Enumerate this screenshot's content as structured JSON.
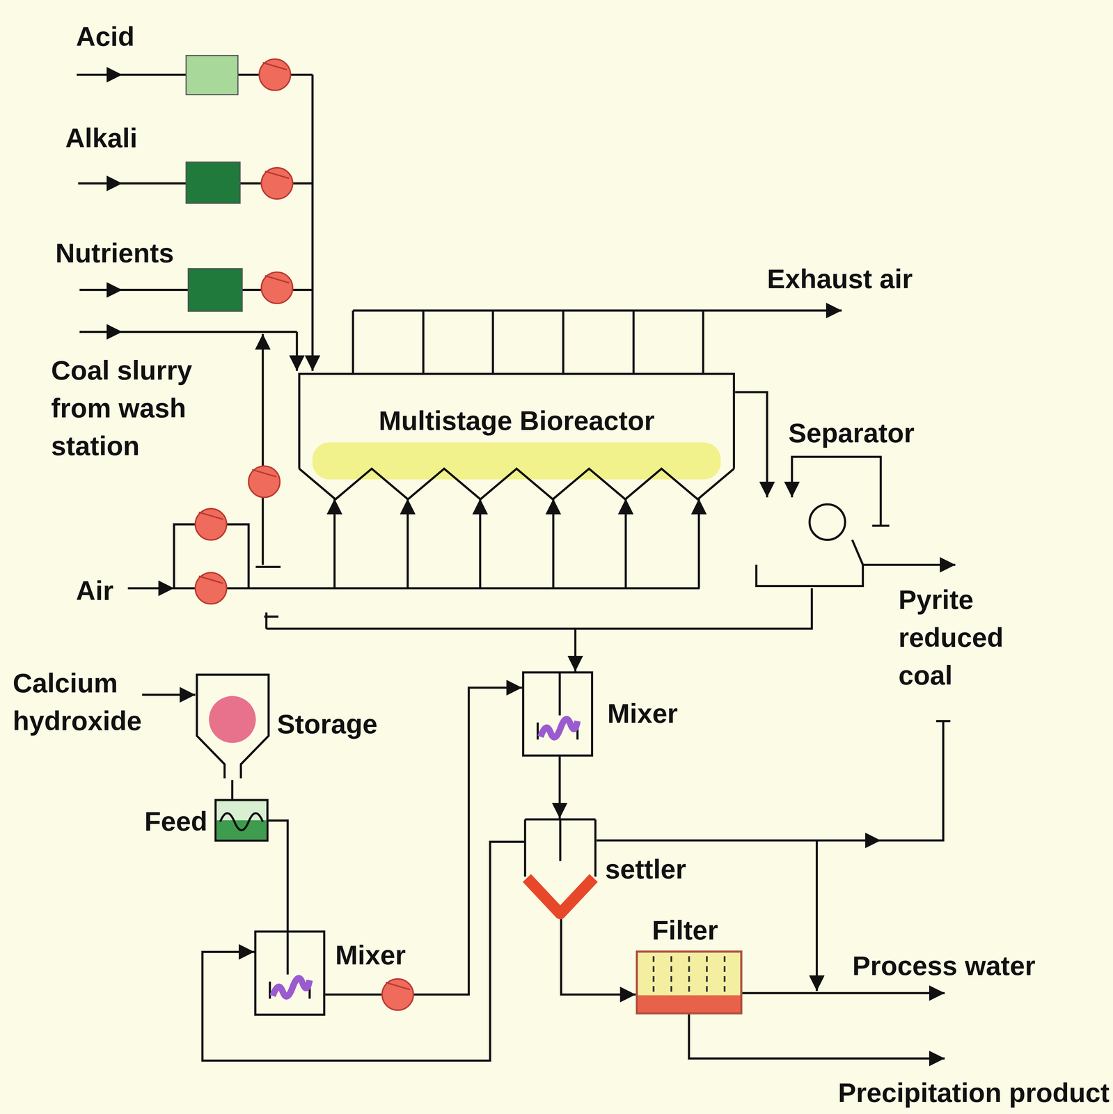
{
  "diagram": {
    "nodes": [
      {
        "text": [
          "Multistage Bioreactor"
        ]
      },
      {
        "text": [
          "Separator"
        ]
      },
      {
        "text": [
          "Storage"
        ]
      },
      {
        "text": [
          "Feed"
        ]
      },
      {
        "text": [
          "Mixer"
        ]
      },
      {
        "text": [
          "Mixer"
        ]
      },
      {
        "text": [
          "settler"
        ]
      },
      {
        "text": [
          "Filter"
        ]
      }
    ],
    "edges": [
      {
        "from": 0,
        "to": 1,
        "arrow": "to"
      },
      {
        "from": 1,
        "to": 5,
        "arrow": "to"
      },
      {
        "from": 2,
        "to": 3,
        "arrow": "none"
      },
      {
        "from": 3,
        "to": 4,
        "arrow": "none"
      },
      {
        "from": 4,
        "to": 5,
        "arrow": "to"
      },
      {
        "from": 5,
        "to": 6,
        "arrow": "to"
      },
      {
        "from": 6,
        "to": 7,
        "arrow": "to"
      },
      {
        "from": 6,
        "to": 4,
        "arrow": "to"
      }
    ],
    "labels": [
      "Acid",
      "Alkali",
      "Nutrients",
      "Coal slurry from wash station",
      "Exhaust air",
      "Air",
      "Pyrite reduced coal",
      "Calcium hydroxide",
      "Process water",
      "Precipitation product"
    ]
  }
}
